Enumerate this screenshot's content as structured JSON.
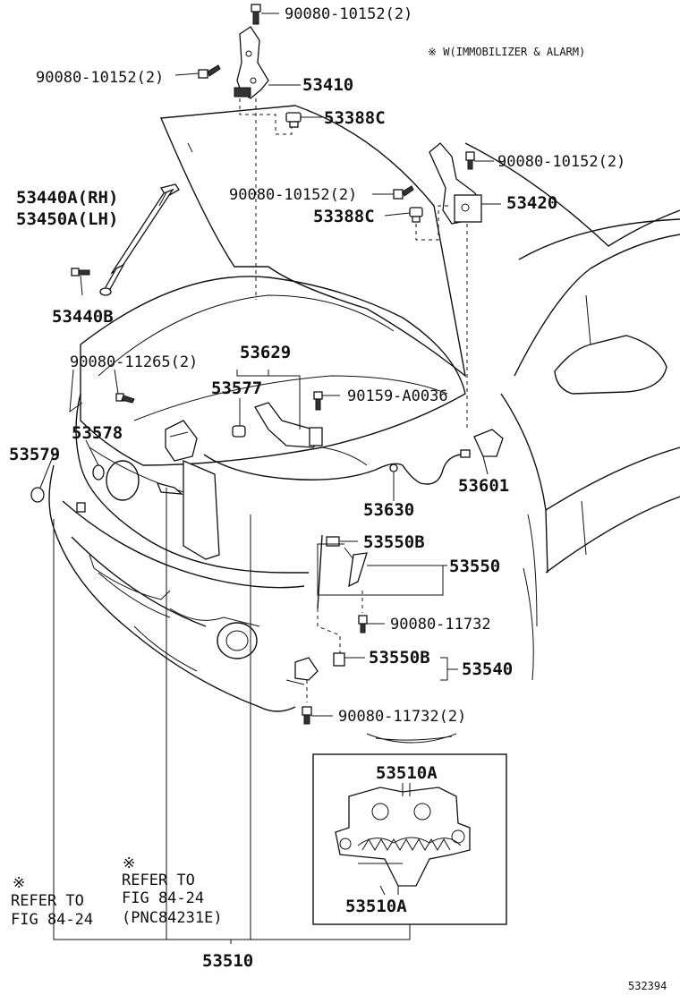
{
  "note": "※ W(IMMOBILIZER & ALARM)",
  "labels": {
    "bolt_top": "90080-10152(2)",
    "bolt_left": "90080-10152(2)",
    "hinge_rh": "53410",
    "cushion_rh": "53388C",
    "bolt_right_a": "90080-10152(2)",
    "bolt_right_b": "90080-10152(2)",
    "hinge_lh": "53420",
    "cushion_lh": "53388C",
    "support_rh": "53440A(RH)",
    "support_lh": "53450A(LH)",
    "support_bolt": "53440B",
    "bolt_11265": "90080-11265(2)",
    "p53629": "53629",
    "p53577": "53577",
    "bolt_a0036": "90159-A0036",
    "p53578": "53578",
    "p53579": "53579",
    "p53601": "53601",
    "p53630": "53630",
    "p53550b_1": "53550B",
    "p53550": "53550",
    "bolt_11732": "90080-11732",
    "p53550b_2": "53550B",
    "p53540": "53540",
    "bolt_11732_2": "90080-11732(2)",
    "p53510a_top": "53510A",
    "p53510a_bot": "53510A",
    "p53510": "53510",
    "ref_left_mark": "※",
    "ref_left_line1": "REFER TO",
    "ref_left_line2": "FIG 84-24",
    "ref_mid_mark": "※",
    "ref_mid_line1": "REFER TO",
    "ref_mid_line2": "FIG 84-24",
    "ref_mid_line3": "(PNC84231E)",
    "figure_id": "532394"
  }
}
